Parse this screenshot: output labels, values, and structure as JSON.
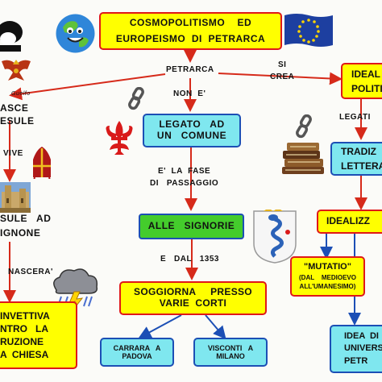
{
  "title": {
    "line1": "COSMOPOLITISMO    ED",
    "line2": "EUROPEISMO  DI  PETRARCA"
  },
  "nodes": {
    "petrarca": "PETRARCA",
    "non_e": "NON  E'",
    "si_crea": "SI\nCREA",
    "legato": "LEGATO   AD\nUN   COMUNE",
    "e_la_fase": "E'  LA  FASE\nDI   PASSAGGIO",
    "alle_signorie": "ALLE   SIGNORIE",
    "e_dal": "E   DAL   1353",
    "soggiorna": "SOGGIORNA     PRESSO\nVARIE  CORTI",
    "carrara": "CARRARA   A\nPADOVA",
    "visconti": "VISCONTI   A\nMILANO",
    "ideal": "IDEAL\nPOLITI",
    "legati": "LEGATI",
    "tradiz": "TRADIZ\nLETTERA",
    "idealizz": "IDEALIZZ",
    "mutatio_title": "\"MUTATIO\"",
    "mutatio_sub": "(DAL    MEDIOEVO\nALL'UMANESIMO)",
    "idea_di": "IDEA  DI\nUNIVERS\nPETR",
    "guelfo": "Guelfo",
    "nasce": "ASCE",
    "esule": "ESULE",
    "vive": "VIVE",
    "esule_ad": "SULE   AD\nIGNONE",
    "nascera": "NASCERA'",
    "invettiva": "INVETTIVA\nNTRO   LA\nRUZIONE\nA  CHIESA"
  },
  "colors": {
    "yellow": "#ffff00",
    "red_border": "#e01818",
    "cyan": "#7fe7ef",
    "blue_border": "#1c4fb5",
    "green": "#44cc2c",
    "red_arrow": "#d62a1a",
    "blue_arrow": "#1c4fb5"
  },
  "icons": [
    "smiling-earth-icon",
    "eu-flag-icon",
    "guelph-eagle-crest-icon",
    "chain-link-icon",
    "florence-lily-icon",
    "mitre-icon",
    "avignon-palace-icon",
    "visconti-serpent-crest-icon",
    "storm-cloud-icon",
    "old-books-icon"
  ]
}
